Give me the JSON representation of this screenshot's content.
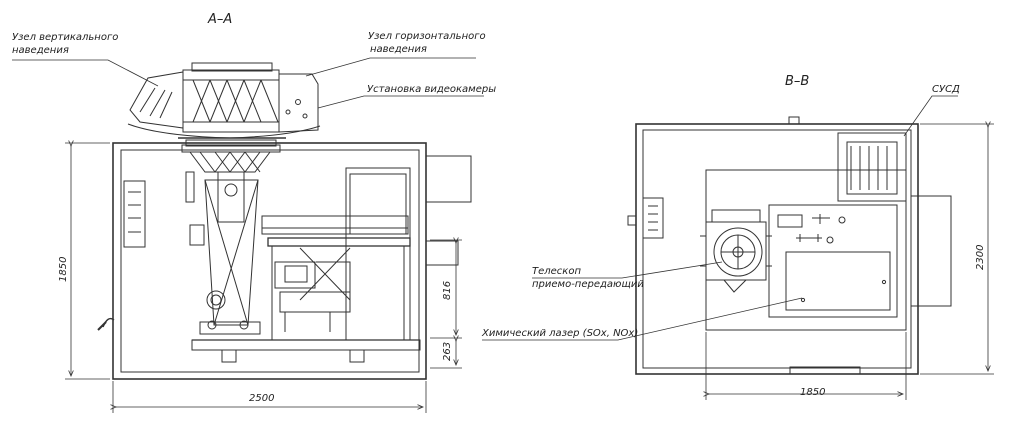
{
  "views": {
    "section_aa": {
      "title": "А–А",
      "callouts": {
        "vertical_line1": "Узел вертикального",
        "vertical_line2": "наведения",
        "horizontal_line1": "Узел горизонтального",
        "horizontal_line2": "наведения",
        "camera": "Установка видеокамеры"
      },
      "dimensions": {
        "width": "2500",
        "height": "1850",
        "upper": "816",
        "lower": "263"
      }
    },
    "section_bb": {
      "title": "В–В",
      "callouts": {
        "susd": "СУСД",
        "telescope_line1": "Телескоп",
        "telescope_line2": "приемо-передающий",
        "laser": "Химический лазер (SOx, NOx)"
      },
      "dimensions": {
        "width": "1850",
        "height": "2300"
      }
    }
  }
}
